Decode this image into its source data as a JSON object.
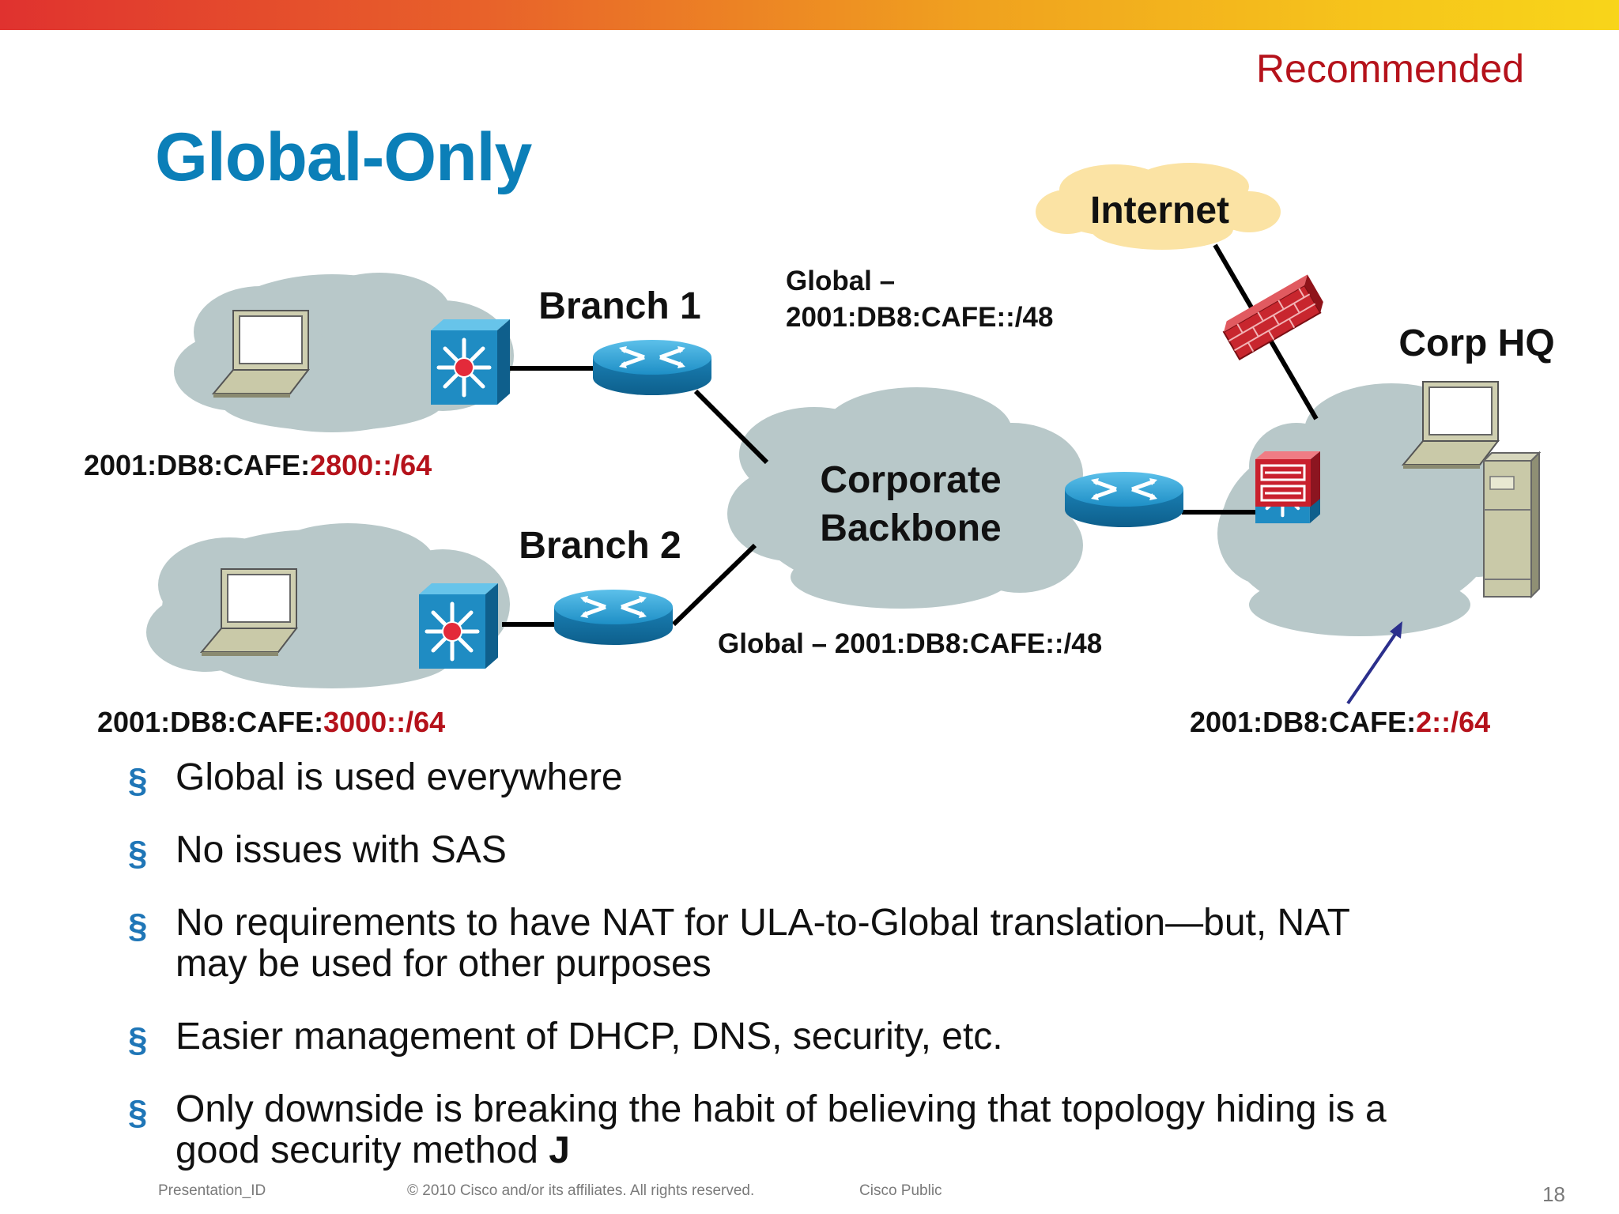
{
  "header": {
    "recommended": "Recommended",
    "title": "Global-Only"
  },
  "diagram": {
    "internet": "Internet",
    "corp_hq": "Corp HQ",
    "branch1": "Branch 1",
    "branch2": "Branch 2",
    "backbone_line1": "Corporate",
    "backbone_line2": "Backbone",
    "global_top_line1": "Global –",
    "global_top_line2": "2001:DB8:CAFE::/48",
    "global_bottom": "Global – 2001:DB8:CAFE::/48",
    "branch1_prefix": {
      "base": "2001:DB8:CAFE:",
      "highlight": "2800::/64"
    },
    "branch2_prefix": {
      "base": "2001:DB8:CAFE:",
      "highlight": "3000::/64"
    },
    "hq_prefix": {
      "base": "2001:DB8:CAFE:",
      "highlight": "2::/64"
    }
  },
  "bullets": [
    {
      "line1": "Global is used everywhere",
      "line2": ""
    },
    {
      "line1": "No issues with SAS",
      "line2": ""
    },
    {
      "line1": "No requirements to have NAT for ULA-to-Global translation—but, NAT",
      "line2": "may be used for other purposes"
    },
    {
      "line1": "Easier management of DHCP, DNS, security, etc.",
      "line2": ""
    },
    {
      "line1": "Only downside is breaking the habit of believing that topology hiding is a",
      "line2": "good security method ",
      "smiley": "J"
    }
  ],
  "bullet_marker": "§",
  "footer": {
    "presentation_id": "Presentation_ID",
    "copyright": "© 2010 Cisco and/or its affiliates. All rights reserved.",
    "classification": "Cisco Public",
    "page_number": "18"
  },
  "colors": {
    "title": "#0b7fb8",
    "accent_red": "#b5121b",
    "cloud": "#b8c8c9",
    "internet_cloud": "#fbe3a4",
    "router": "#1e8fc6",
    "switch": "#1f8cc3"
  }
}
